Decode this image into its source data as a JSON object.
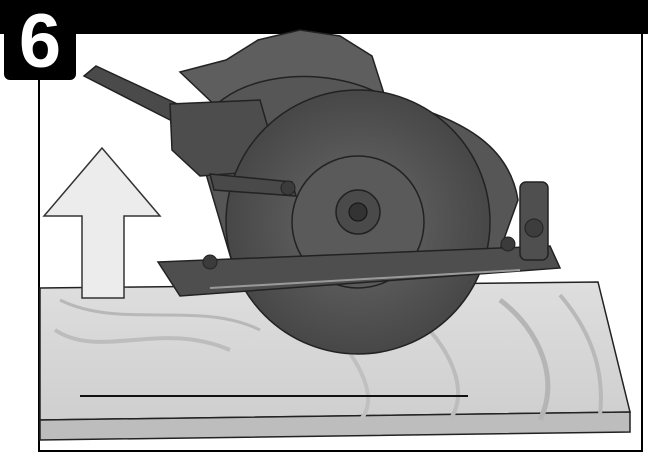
{
  "step": {
    "number": "6"
  },
  "colors": {
    "bar": "#000000",
    "wood_light": "#e4e4e4",
    "wood_dark": "#c9c9c9",
    "saw_body": "#5b5b5b",
    "saw_dark": "#3a3a3a",
    "arrow_fill": "#ececec"
  },
  "icons": [
    "up-arrow-icon",
    "circular-saw-illustration",
    "wood-board-illustration"
  ]
}
